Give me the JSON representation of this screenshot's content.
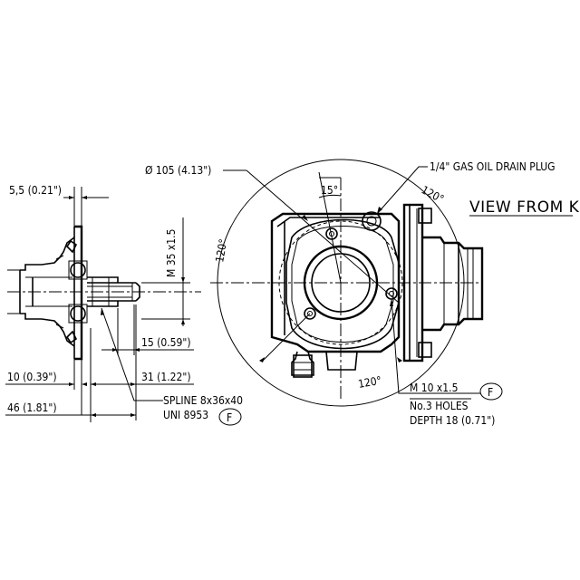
{
  "drawing": {
    "dim_diameter": "Ø 105 (4.13\")",
    "dim_flange_thickness": "5,5 (0.21\")",
    "dim_thread": "M 35 x1.5",
    "dim_15mm": "15 (0.59\")",
    "dim_10mm": "10 (0.39\")",
    "dim_31mm": "31 (1.22\")",
    "dim_46mm": "46 (1.81\")",
    "spline_label_1": "SPLINE 8x36x40",
    "spline_label_2": "UNI 8953",
    "spline_ref": "F",
    "angle_15": "15°",
    "angle_120_top": "120°",
    "angle_120_left": "120°",
    "angle_120_bottom": "120°",
    "drain_plug": "1/4\" GAS OIL DRAIN PLUG",
    "view_label": "VIEW FROM K",
    "hole_thread": "M 10 x1.5",
    "hole_ref": "F",
    "hole_count": "No.3 HOLES",
    "hole_depth": "DEPTH 18 (0.71\")"
  }
}
